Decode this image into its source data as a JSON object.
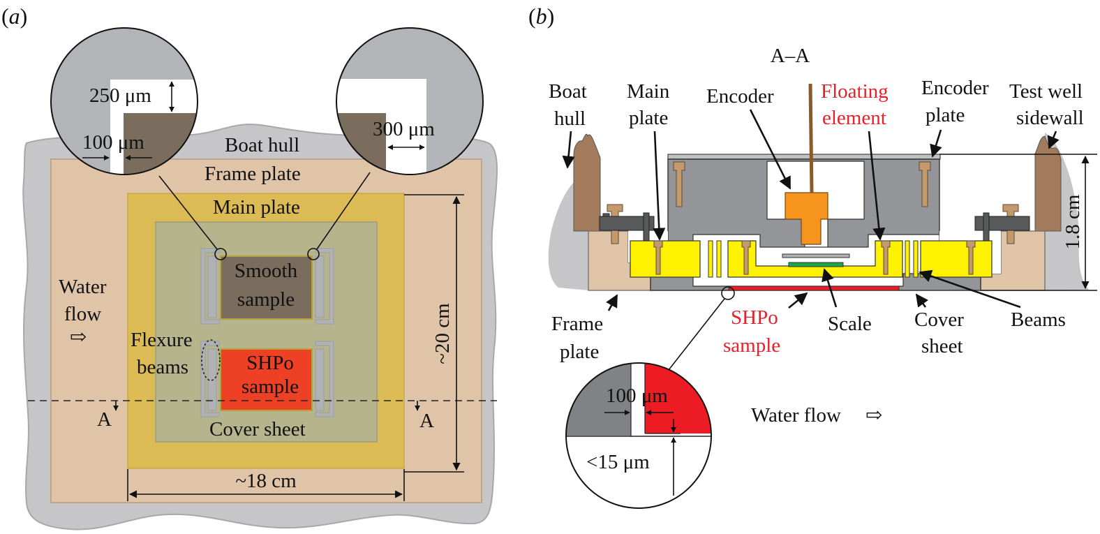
{
  "panel_a": {
    "tag_open": "(",
    "tag_letter": "a",
    "tag_close": ")",
    "labels": {
      "boat_hull": "Boat hull",
      "frame_plate": "Frame plate",
      "main_plate": "Main plate",
      "smooth_sample_1": "Smooth",
      "smooth_sample_2": "sample",
      "shpo_sample_1": "SHPo",
      "shpo_sample_2": "sample",
      "flexure_beams_1": "Flexure",
      "flexure_beams_2": "beams",
      "cover_sheet": "Cover sheet",
      "water_flow_1": "Water",
      "water_flow_2": "flow",
      "flow_arrow": "⇨",
      "section_left": "A",
      "section_right": "A"
    },
    "dimensions": {
      "width": "~18 cm",
      "height": "~20 cm"
    },
    "detail_left": {
      "gap_vertical": "250 μm",
      "gap_horizontal": "100 μm"
    },
    "detail_right": {
      "gap_horizontal": "300 μm"
    }
  },
  "panel_b": {
    "tag_open": "(",
    "tag_letter": "b",
    "tag_close": ")",
    "section_title": "A–A",
    "labels": {
      "boat_hull_1": "Boat",
      "boat_hull_2": "hull",
      "main_plate_1": "Main",
      "main_plate_2": "plate",
      "encoder": "Encoder",
      "floating_element_1": "Floating",
      "floating_element_2": "element",
      "encoder_plate_1": "Encoder",
      "encoder_plate_2": "plate",
      "test_well_1": "Test well",
      "test_well_2": "sidewall",
      "frame_plate_1": "Frame",
      "frame_plate_2": "plate",
      "shpo_sample_1": "SHPo",
      "shpo_sample_2": "sample",
      "scale": "Scale",
      "cover_sheet_1": "Cover",
      "cover_sheet_2": "sheet",
      "beams": "Beams",
      "water_flow": "Water flow",
      "flow_arrow": "⇨"
    },
    "dimensions": {
      "height": "1.8 cm"
    },
    "detail": {
      "gap_horizontal": "100 μm",
      "step_vertical": "<15 μm"
    }
  },
  "colors": {
    "hull_gray": "#c6c6c8",
    "frame_tan": "#dfc4a8",
    "main_plate_gold": "#dcbb55",
    "cover_olive": "#b6b48d",
    "smooth_brown": "#7b6d5e",
    "shpo_red": "#ee4024",
    "beam_gray": "#b0b1b4",
    "yellow": "#fff200",
    "dark_gray": "#939598",
    "bolt_tan": "#c49a6c",
    "encoder_orange": "#f7941d",
    "scale_green": "#1fa64a",
    "sample_red": "#ed1c24",
    "hull_brown": "#a27b5c",
    "label_red": "#e8202a"
  }
}
